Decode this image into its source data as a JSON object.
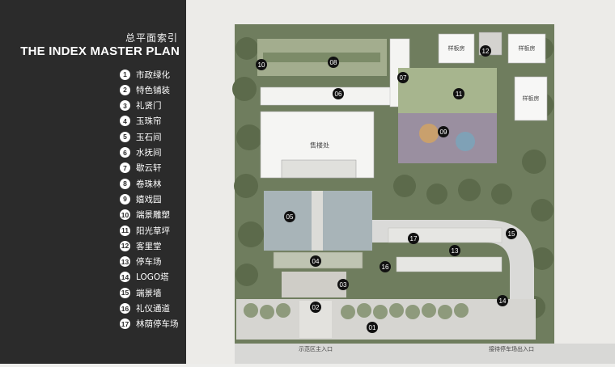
{
  "header": {
    "title_cn": "总平面索引",
    "title_en": "THE INDEX MASTER PLAN"
  },
  "legend": [
    {
      "num": "1",
      "label": "市政绿化"
    },
    {
      "num": "2",
      "label": "特色铺装"
    },
    {
      "num": "3",
      "label": "礼贤门"
    },
    {
      "num": "4",
      "label": "玉珠帘"
    },
    {
      "num": "5",
      "label": "玉石间"
    },
    {
      "num": "6",
      "label": "水抚间"
    },
    {
      "num": "7",
      "label": "歇云轩"
    },
    {
      "num": "8",
      "label": "卷珠林"
    },
    {
      "num": "9",
      "label": "嬉戏园"
    },
    {
      "num": "10",
      "label": "端景雕塑"
    },
    {
      "num": "11",
      "label": "阳光草坪"
    },
    {
      "num": "12",
      "label": "客里堂"
    },
    {
      "num": "13",
      "label": "停车场"
    },
    {
      "num": "14",
      "label": "LOGO塔"
    },
    {
      "num": "15",
      "label": "端景墙"
    },
    {
      "num": "16",
      "label": "礼仪通道"
    },
    {
      "num": "17",
      "label": "林荫停车场"
    }
  ],
  "plan": {
    "markers": [
      {
        "num": "01"
      },
      {
        "num": "02"
      },
      {
        "num": "03"
      },
      {
        "num": "04"
      },
      {
        "num": "05"
      },
      {
        "num": "06"
      },
      {
        "num": "07"
      },
      {
        "num": "08"
      },
      {
        "num": "09"
      },
      {
        "num": "10"
      },
      {
        "num": "11"
      },
      {
        "num": "12"
      },
      {
        "num": "13"
      },
      {
        "num": "14"
      },
      {
        "num": "15"
      },
      {
        "num": "16"
      },
      {
        "num": "17"
      }
    ],
    "building_labels": {
      "sales_office": "售楼处",
      "show_house_1": "样板房",
      "show_house_2": "样板房",
      "show_house_3": "样板房"
    },
    "entrance_labels": {
      "main_entrance": "示范区主入口",
      "parking_entrance": "接待停车场出入口"
    }
  }
}
